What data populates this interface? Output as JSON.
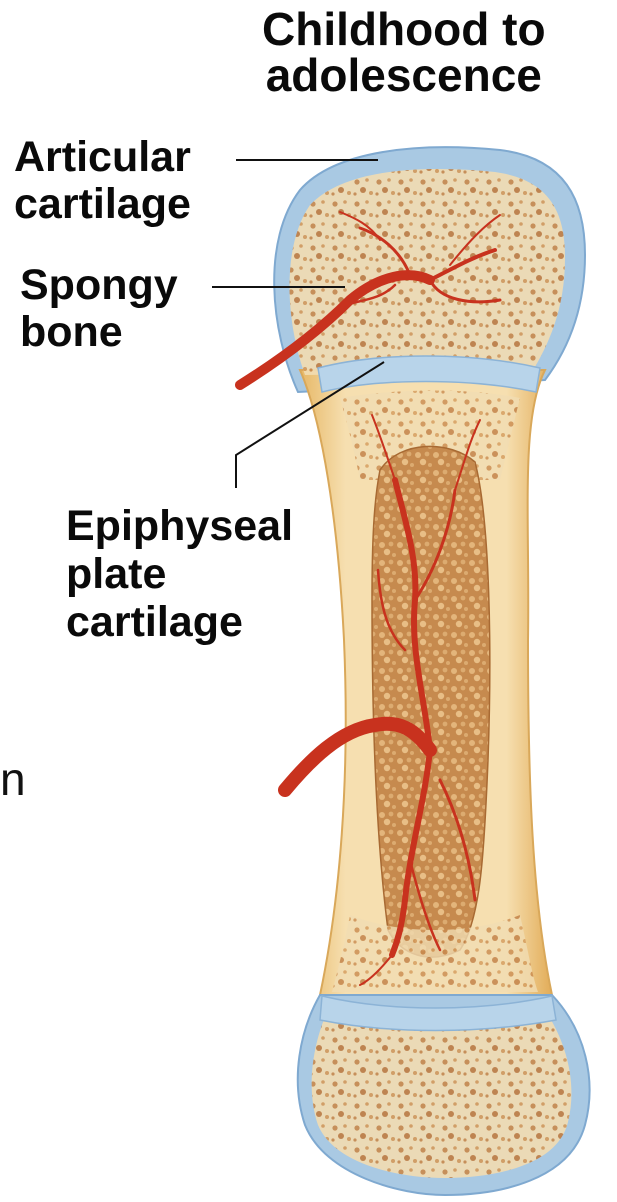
{
  "title": {
    "line1": "Childhood to",
    "line2": "adolescence"
  },
  "labels": {
    "articular": {
      "line1": "Articular",
      "line2": "cartilage"
    },
    "spongy": {
      "line1": "Spongy",
      "line2": "bone"
    },
    "epiphyseal": {
      "line1": "Epiphyseal",
      "line2": "plate",
      "line3": "cartilage"
    }
  },
  "cut_off_text": "n",
  "colors": {
    "cartilage_blue": "#a9c9e3",
    "cartilage_rim": "#7fa9d0",
    "bone_cream": "#f3e3c4",
    "cortical_bone": "#ecc987",
    "marrow": "#c9904f",
    "vessel_red": "#c8321e"
  }
}
